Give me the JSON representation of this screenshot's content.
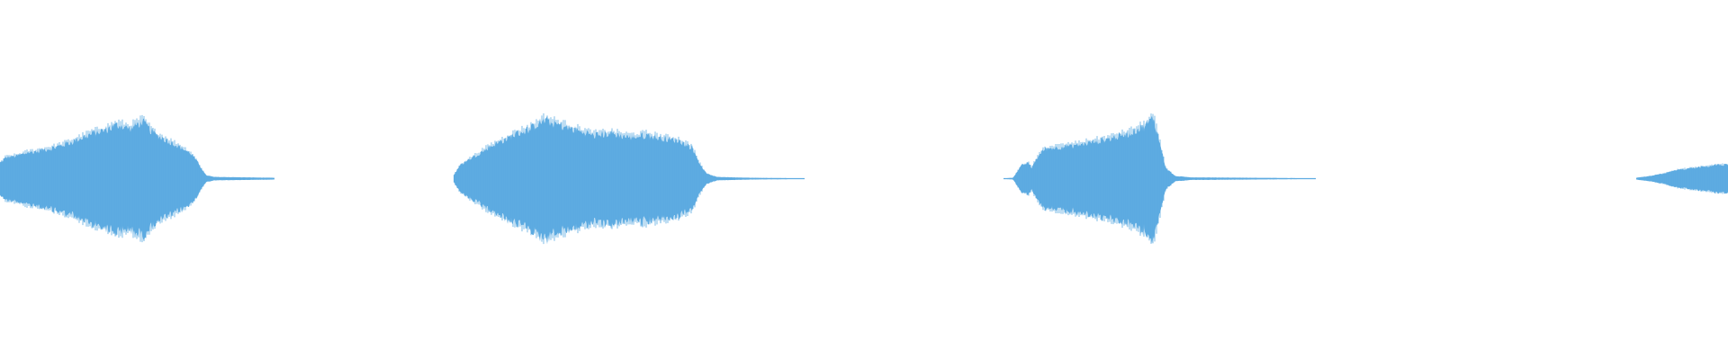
{
  "waveform": {
    "color": "#5dabe1",
    "background": "#ffffff",
    "segments": [
      {
        "name": "segment-1",
        "envelope": [
          [
            0,
            0.18
          ],
          [
            0.02,
            0.24
          ],
          [
            0.06,
            0.26
          ],
          [
            0.1,
            0.3
          ],
          [
            0.14,
            0.32
          ],
          [
            0.2,
            0.36
          ],
          [
            0.26,
            0.42
          ],
          [
            0.32,
            0.5
          ],
          [
            0.38,
            0.56
          ],
          [
            0.43,
            0.62
          ],
          [
            0.47,
            0.58
          ],
          [
            0.52,
            0.66
          ],
          [
            0.56,
            0.52
          ],
          [
            0.61,
            0.44
          ],
          [
            0.66,
            0.36
          ],
          [
            0.7,
            0.28
          ],
          [
            0.73,
            0.14
          ],
          [
            0.75,
            0.04
          ],
          [
            0.78,
            0.02
          ],
          [
            1.0,
            0.01
          ]
        ]
      },
      {
        "name": "segment-2",
        "envelope": [
          [
            0,
            0.04
          ],
          [
            0.02,
            0.16
          ],
          [
            0.06,
            0.26
          ],
          [
            0.1,
            0.36
          ],
          [
            0.14,
            0.44
          ],
          [
            0.18,
            0.52
          ],
          [
            0.22,
            0.58
          ],
          [
            0.26,
            0.68
          ],
          [
            0.3,
            0.62
          ],
          [
            0.35,
            0.56
          ],
          [
            0.4,
            0.5
          ],
          [
            0.45,
            0.52
          ],
          [
            0.5,
            0.48
          ],
          [
            0.55,
            0.5
          ],
          [
            0.6,
            0.46
          ],
          [
            0.64,
            0.44
          ],
          [
            0.68,
            0.36
          ],
          [
            0.7,
            0.18
          ],
          [
            0.72,
            0.06
          ],
          [
            0.75,
            0.02
          ],
          [
            0.85,
            0.01
          ],
          [
            1.0,
            0.005
          ]
        ]
      },
      {
        "name": "segment-3",
        "envelope": [
          [
            0,
            0.005
          ],
          [
            0.03,
            0.01
          ],
          [
            0.04,
            0.06
          ],
          [
            0.06,
            0.16
          ],
          [
            0.08,
            0.18
          ],
          [
            0.09,
            0.12
          ],
          [
            0.1,
            0.2
          ],
          [
            0.13,
            0.34
          ],
          [
            0.17,
            0.36
          ],
          [
            0.22,
            0.38
          ],
          [
            0.28,
            0.42
          ],
          [
            0.34,
            0.46
          ],
          [
            0.4,
            0.52
          ],
          [
            0.45,
            0.6
          ],
          [
            0.48,
            0.7
          ],
          [
            0.5,
            0.42
          ],
          [
            0.52,
            0.12
          ],
          [
            0.55,
            0.03
          ],
          [
            0.6,
            0.015
          ],
          [
            0.8,
            0.01
          ],
          [
            1.0,
            0.005
          ]
        ]
      },
      {
        "name": "segment-4",
        "envelope": [
          [
            0,
            0.01
          ],
          [
            0.15,
            0.03
          ],
          [
            0.3,
            0.06
          ],
          [
            0.45,
            0.1
          ],
          [
            0.6,
            0.12
          ],
          [
            0.75,
            0.14
          ],
          [
            0.9,
            0.16
          ],
          [
            1.0,
            0.16
          ]
        ]
      }
    ]
  }
}
